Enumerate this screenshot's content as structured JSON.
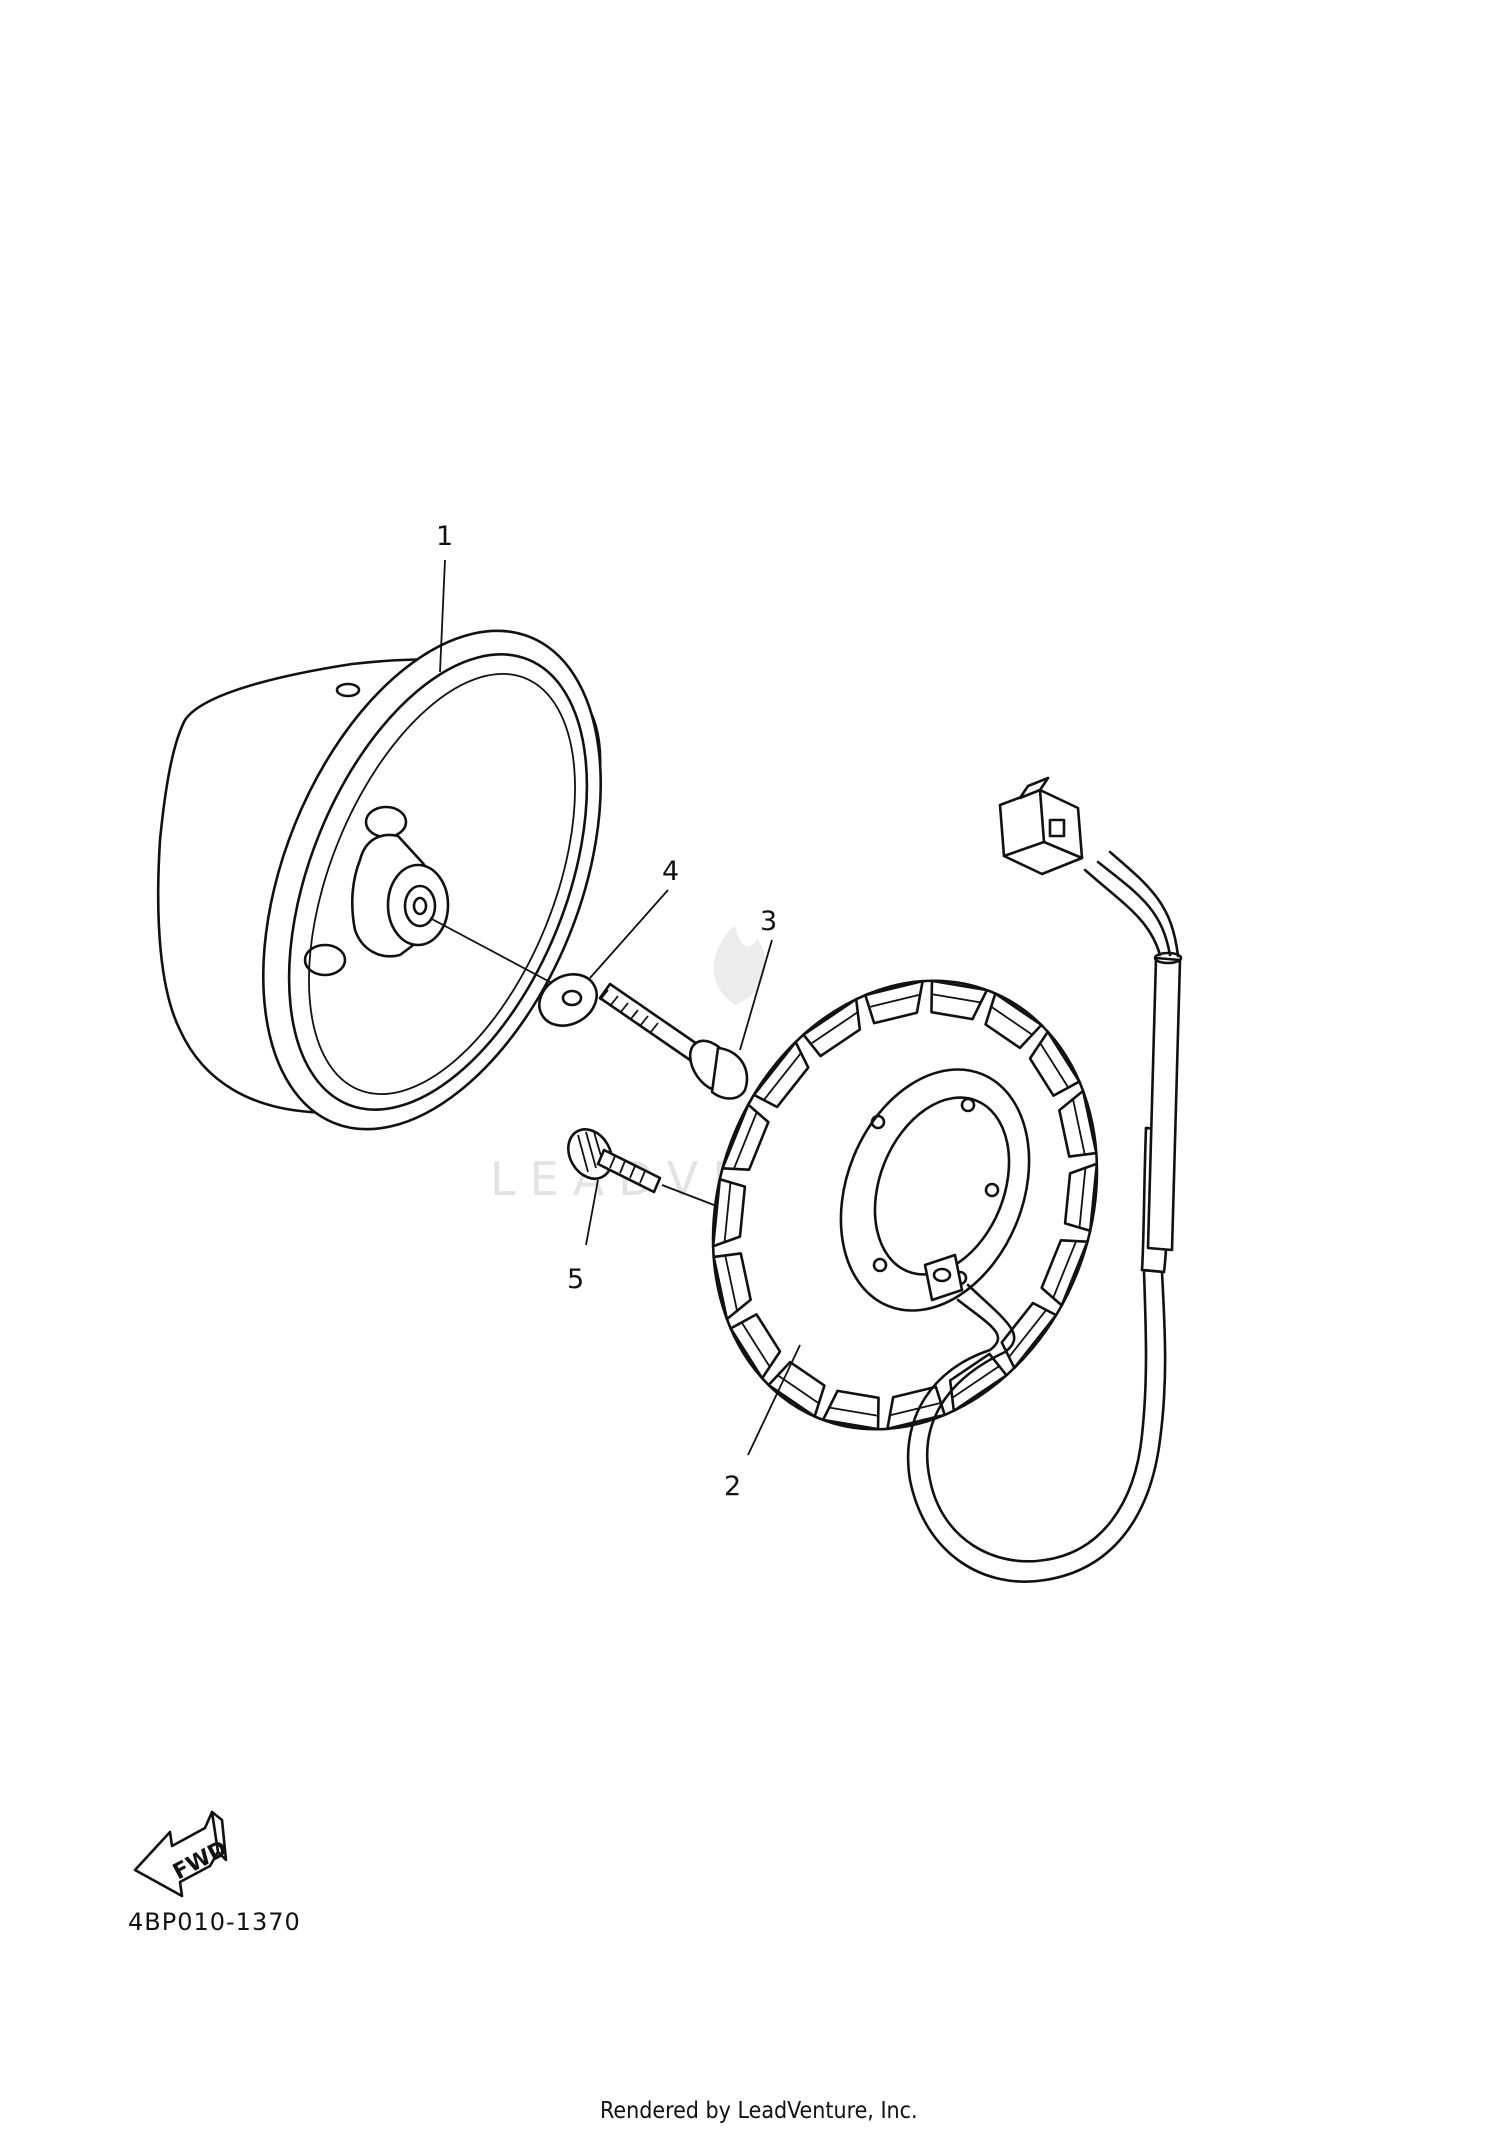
{
  "callouts": {
    "part_1": "1",
    "part_2": "2",
    "part_3": "3",
    "part_4": "4",
    "part_5": "5"
  },
  "fwd_label": "FWD",
  "diagram_code": "4BP010-1370",
  "credit": "Rendered by LeadVenture, Inc.",
  "watermark": "LEADVENTURE"
}
